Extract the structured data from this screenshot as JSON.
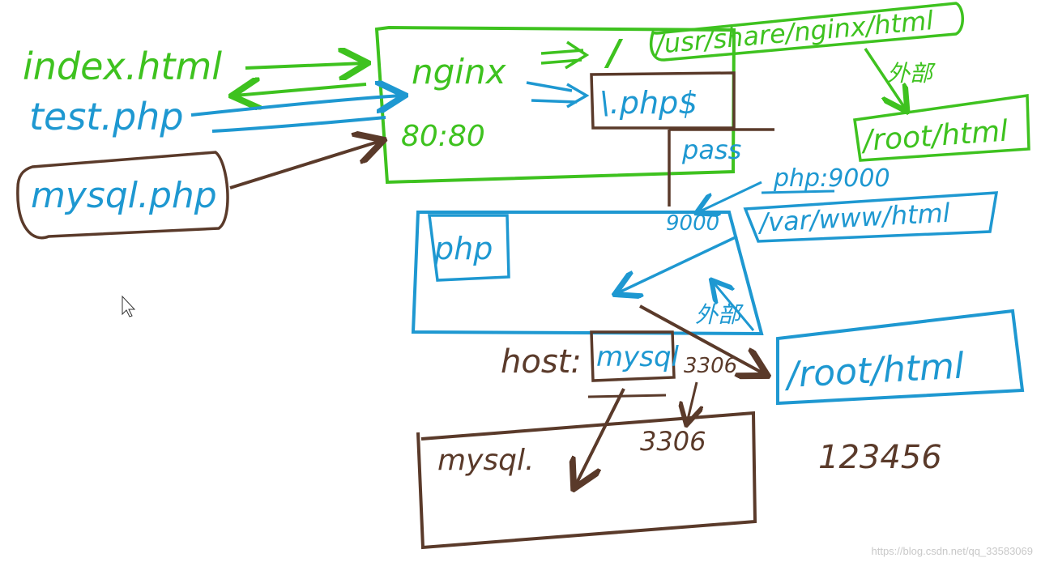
{
  "colors": {
    "green": "#3ec21f",
    "blue": "#1e98d1",
    "brown": "#5a3a2a",
    "background": "#ffffff"
  },
  "client_files": {
    "index": "index.html",
    "test": "test.php",
    "mysql": "mysql.php"
  },
  "nginx": {
    "name": "nginx",
    "port": "80:80",
    "root_slash": "/",
    "root_path": "/usr/share/nginx/html",
    "location": "\\.php$",
    "pass": "pass",
    "mount_label": "外部",
    "mount_path": "/root/html"
  },
  "php": {
    "name": "php",
    "target": "php:9000",
    "port": "9000",
    "root_path": "/var/www/html",
    "mount_label": "外部",
    "mount_path": "/root/html"
  },
  "mysql": {
    "name": "mysql.",
    "port": "3306",
    "host_label": "host:",
    "host_value": "mysql",
    "host_port": "3306"
  },
  "password": "123456",
  "watermark": "https://blog.csdn.net/qq_33583069"
}
